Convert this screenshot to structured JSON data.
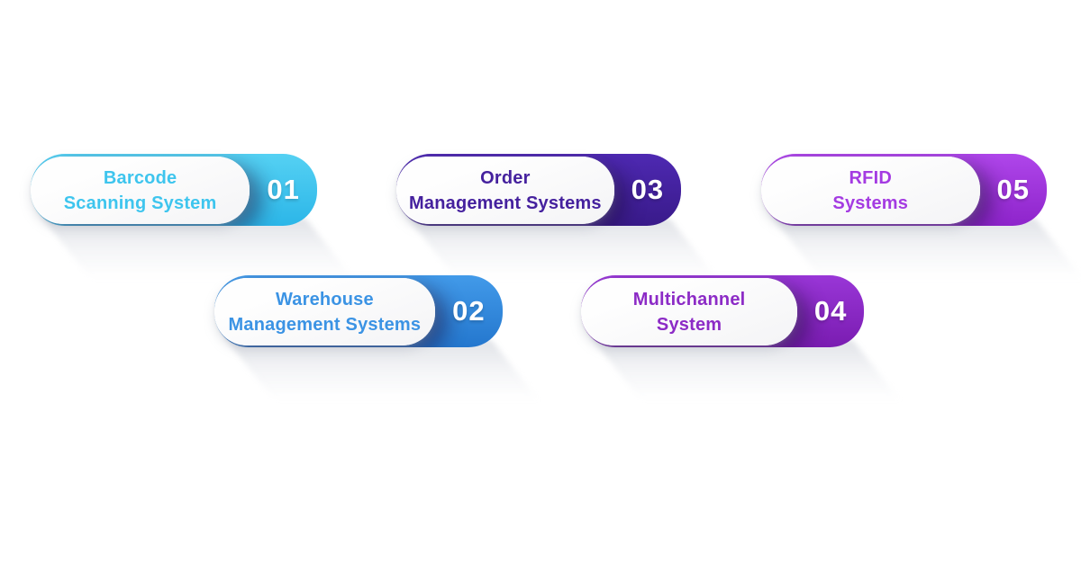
{
  "page": {
    "background_color": "#ffffff",
    "description": "Infographic of five numbered warehouse technology system pills"
  },
  "cards": [
    {
      "number": "01",
      "line1": "Barcode",
      "line2": "Scanning System",
      "text_color": "#3ec5ee",
      "gradient_top": "#55d1f3",
      "gradient_bottom": "#2cb6e8",
      "number_color": "#ffffff"
    },
    {
      "number": "02",
      "line1": "Warehouse",
      "line2": "Management Systems",
      "text_color": "#3b93e4",
      "gradient_top": "#429ae9",
      "gradient_bottom": "#2477ce",
      "number_color": "#ffffff"
    },
    {
      "number": "03",
      "line1": "Order",
      "line2": "Management Systems",
      "text_color": "#45219e",
      "gradient_top": "#4e29b2",
      "gradient_bottom": "#391a8a",
      "number_color": "#ffffff"
    },
    {
      "number": "04",
      "line1": "Multichannel",
      "line2": "System",
      "text_color": "#8c2bc6",
      "gradient_top": "#9936d7",
      "gradient_bottom": "#7a1cb1",
      "number_color": "#ffffff"
    },
    {
      "number": "05",
      "line1": "RFID",
      "line2": "Systems",
      "text_color": "#a43be2",
      "gradient_top": "#af46ea",
      "gradient_bottom": "#8e24cb",
      "number_color": "#ffffff"
    }
  ]
}
